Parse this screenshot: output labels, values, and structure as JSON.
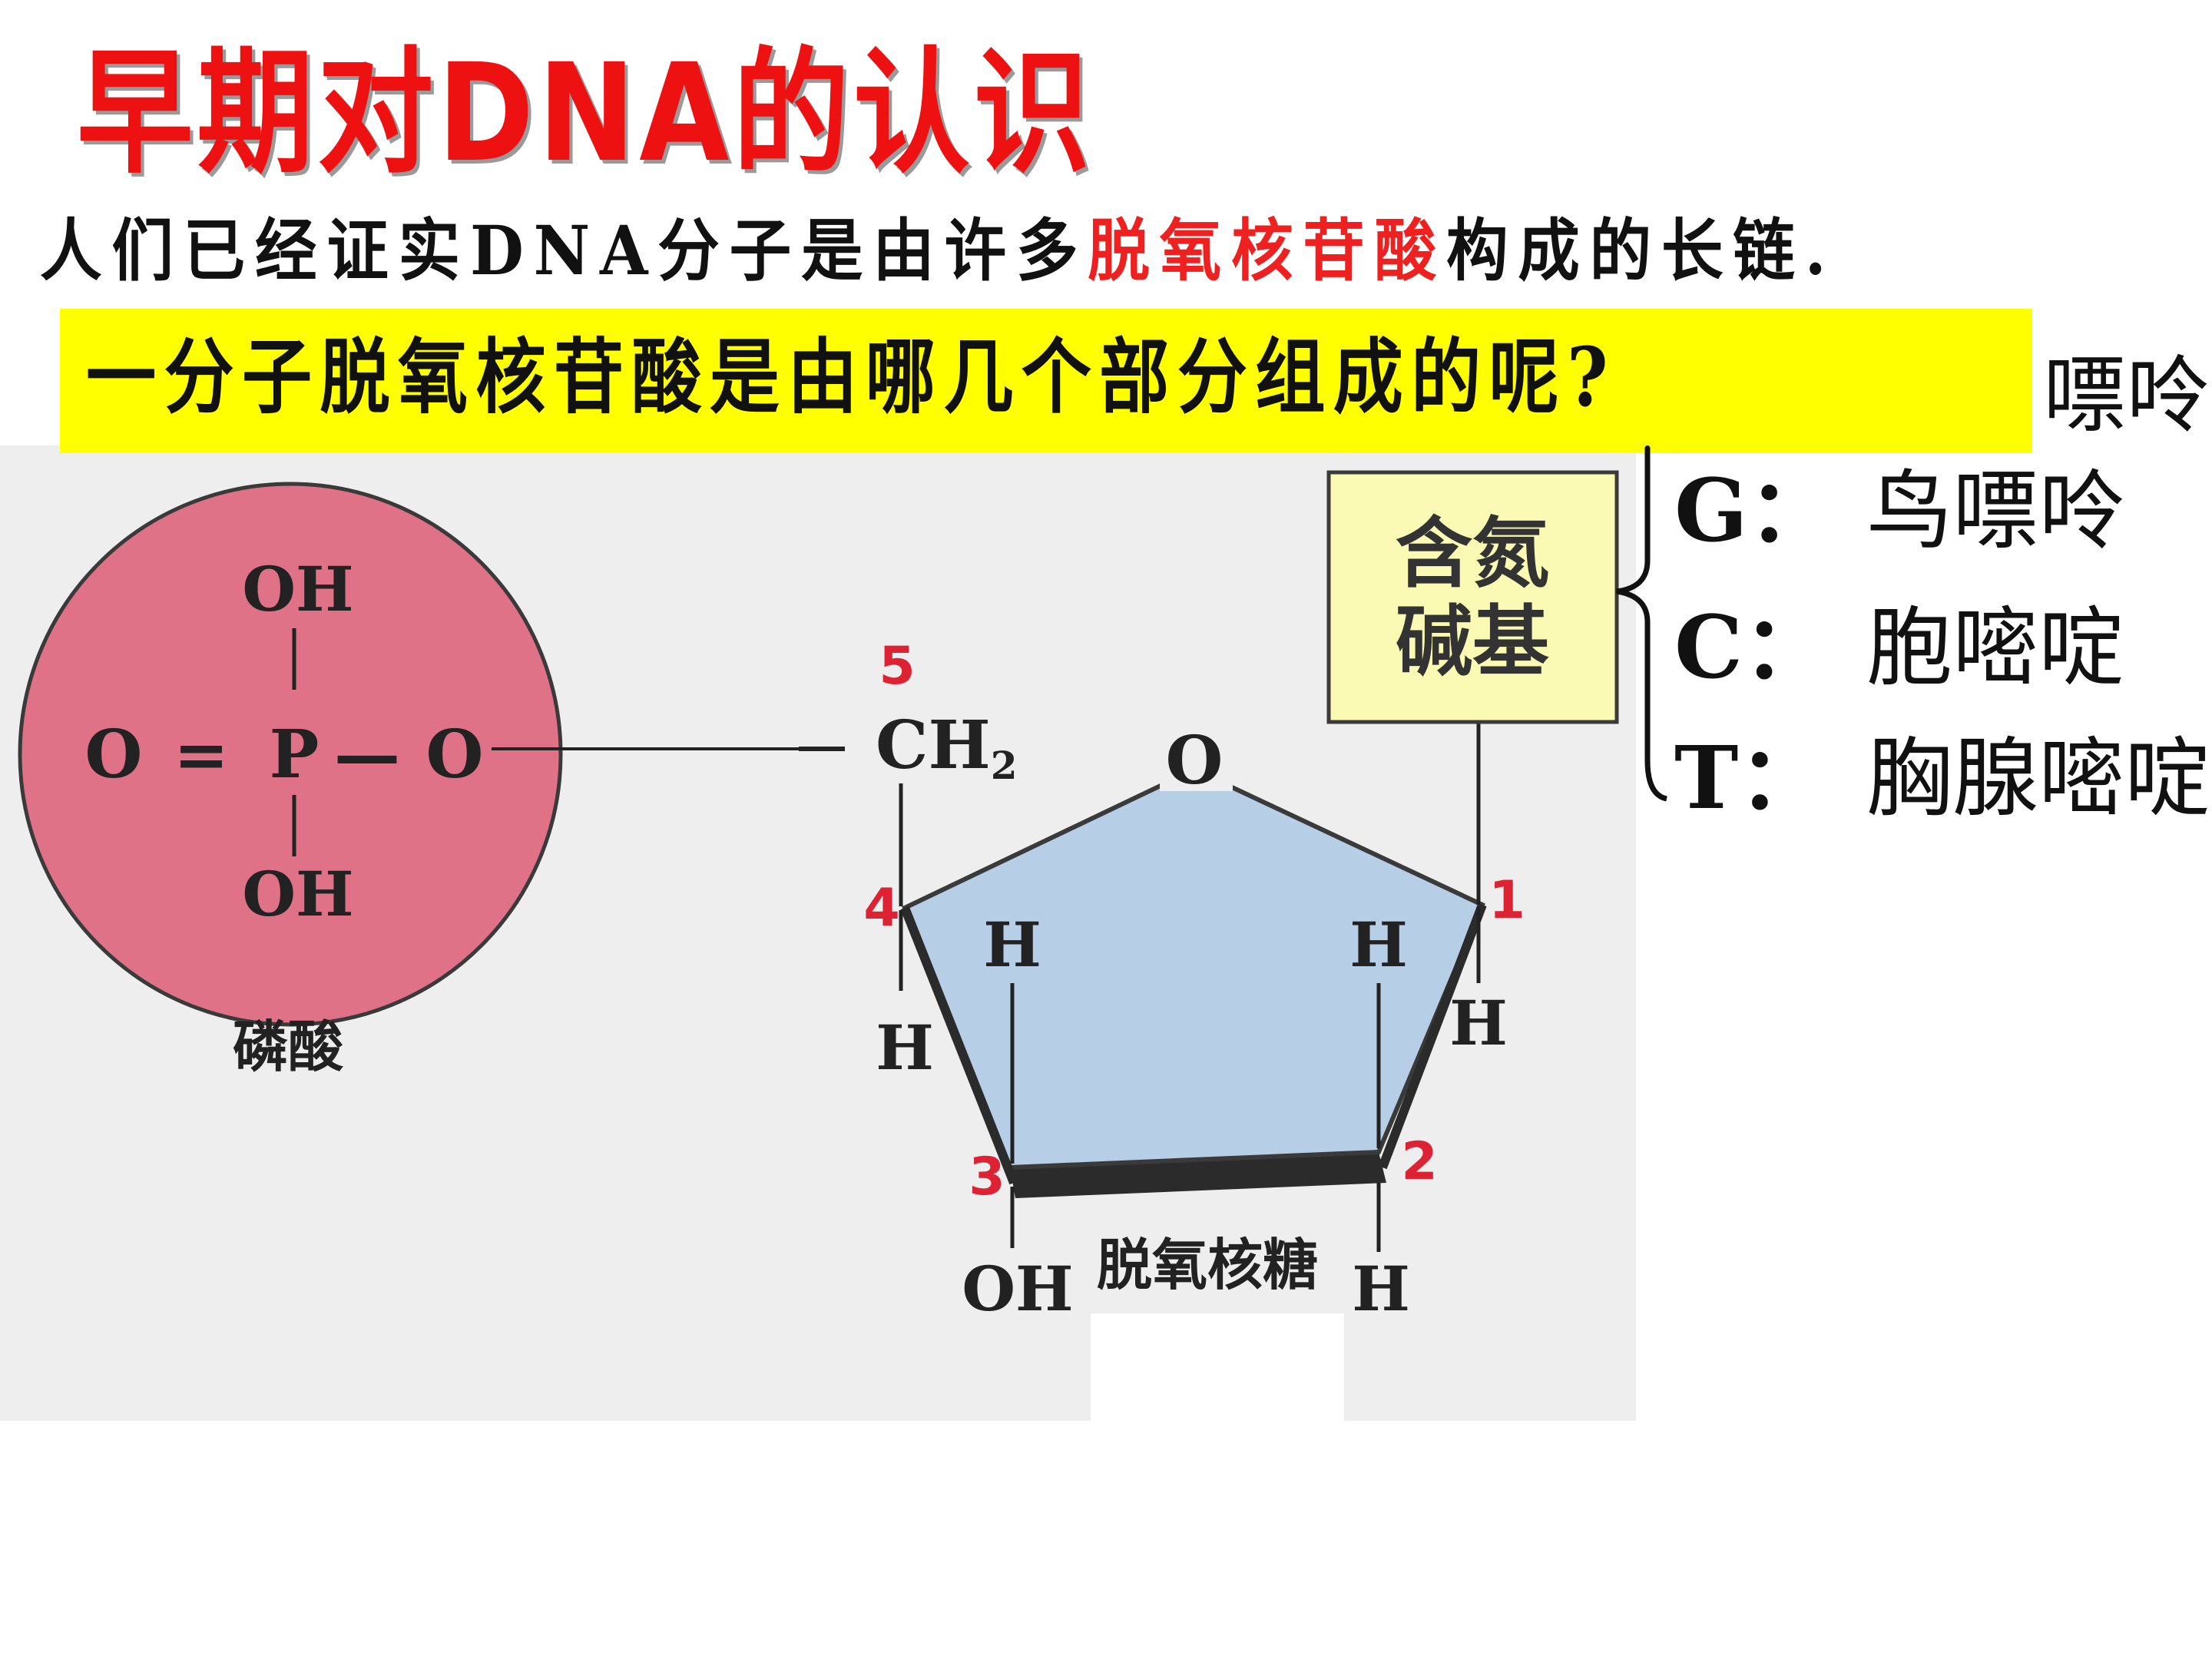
{
  "title": "早期对DNA的认识",
  "intro": {
    "before": "人们已经证实DNA分子是由许多",
    "highlight": "脱氧核苷酸",
    "after": "构成的长链."
  },
  "question": "一分子脱氧核苷酸是由哪几个部分组成的呢?",
  "bases": {
    "cropped_first_name": "嘌呤",
    "items": [
      {
        "letter": "G：",
        "name": "鸟嘌呤"
      },
      {
        "letter": "C：",
        "name": "胞嘧啶"
      },
      {
        "letter": "T：",
        "name": "胸腺嘧啶"
      }
    ]
  },
  "diagram": {
    "phosphate": {
      "oh_top": "OH",
      "oh_bottom": "OH",
      "o_left": "O",
      "p": "P",
      "o_right": "O",
      "dbl_bond": "=",
      "bond": "—",
      "label": "磷酸"
    },
    "sugar": {
      "ch": "CH",
      "ch_sub": "2",
      "o_ring": "O",
      "label": "脱氧核糖"
    },
    "base_box": {
      "line1": "含氮",
      "line2": "碱基"
    },
    "atoms": {
      "h4": "H",
      "h3_top": "H",
      "oh3": "OH",
      "h2_top": "H",
      "h2_bottom": "H",
      "h1": "H"
    },
    "carbon_numbers": {
      "c1": "1",
      "c2": "2",
      "c3": "3",
      "c4": "4",
      "c5": "5"
    },
    "colors": {
      "phosphate": "#e07288",
      "sugar": "#b6cee6",
      "base_box": "#fafab4",
      "numbers": "#dd2233",
      "paper": "#eeeeee"
    }
  }
}
